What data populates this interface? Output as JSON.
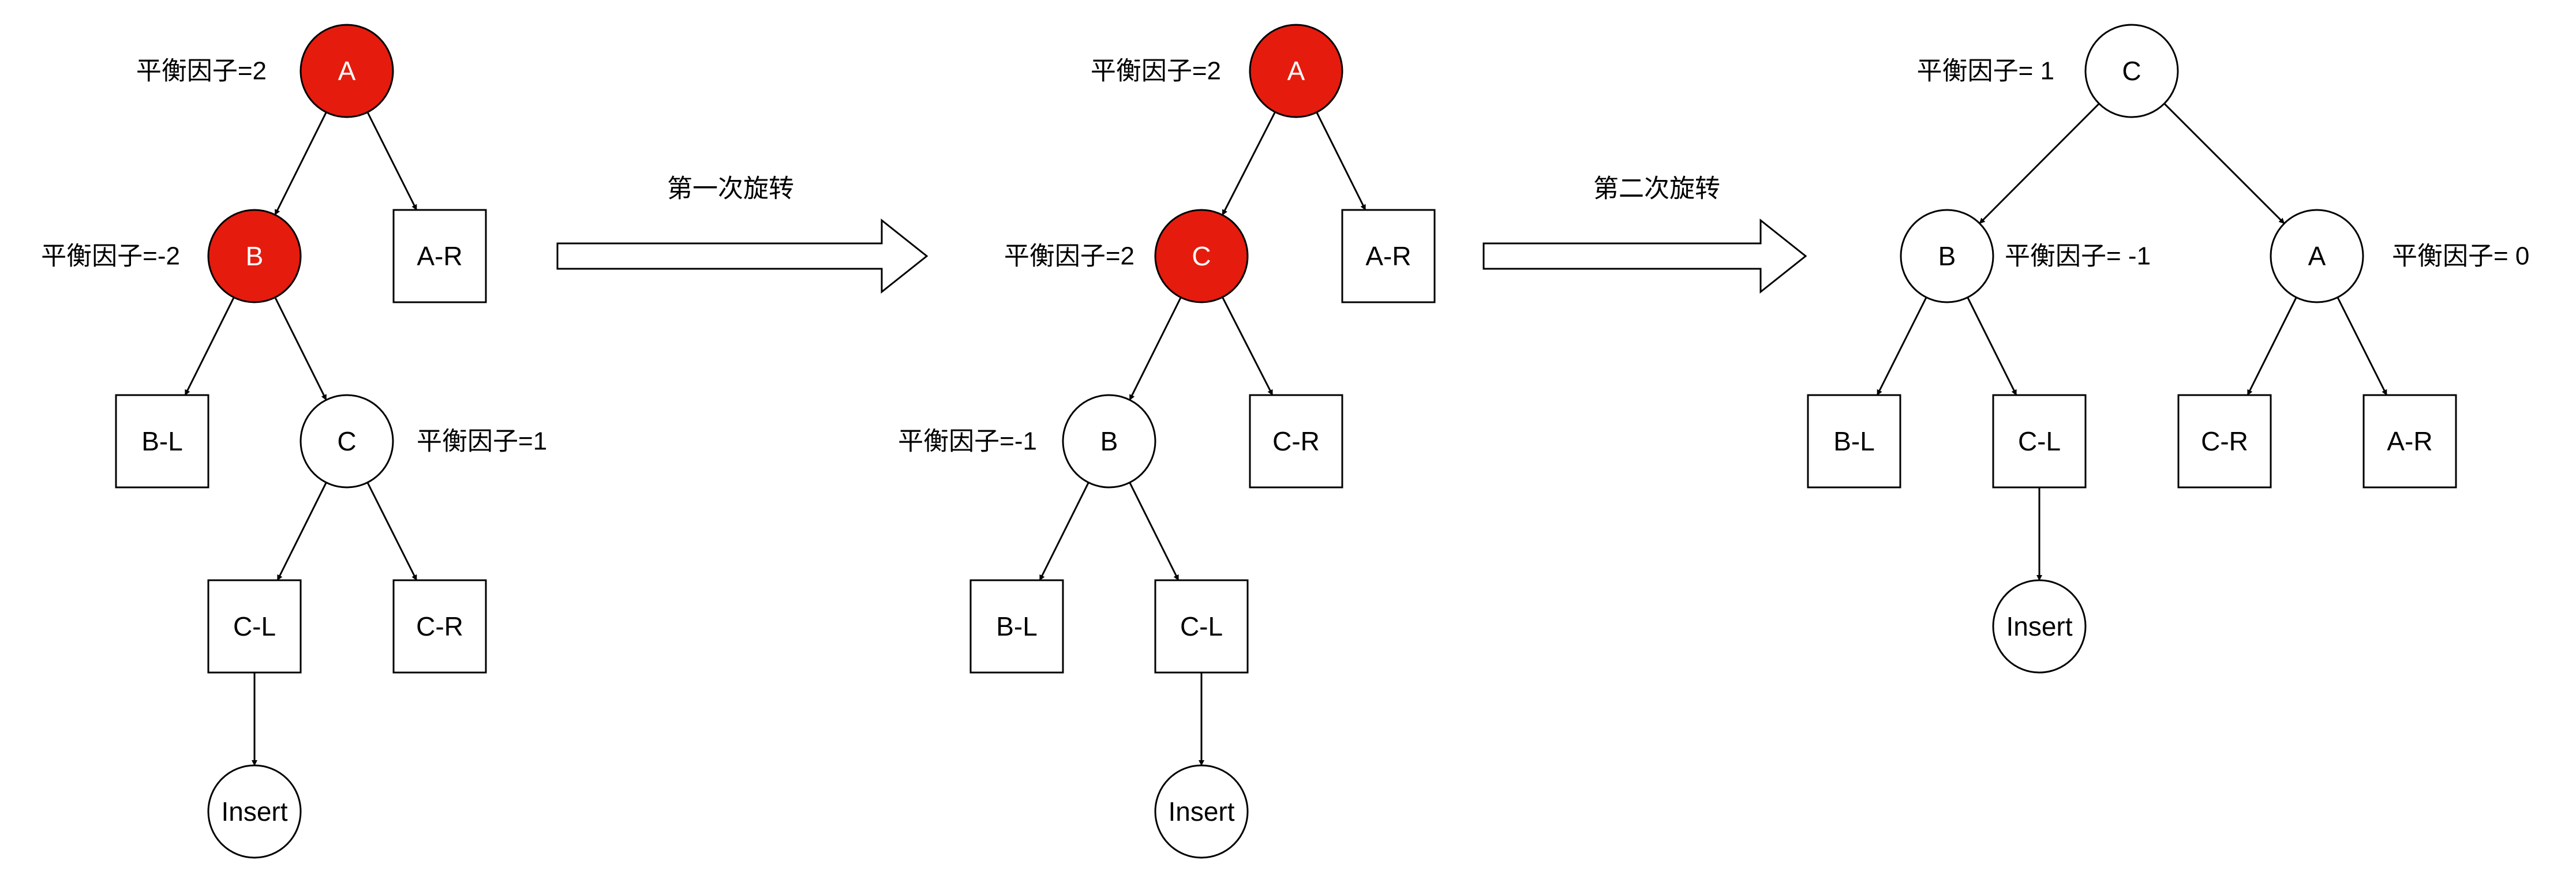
{
  "colors": {
    "highlight": "#e51b0e",
    "normal": "#ffffff",
    "stroke": "#000000"
  },
  "steps": [
    {
      "label": "第一次旋转"
    },
    {
      "label": "第二次旋转"
    }
  ],
  "trees": [
    {
      "nodes": [
        {
          "id": "A",
          "label": "A",
          "shape": "circle",
          "highlight": true,
          "bf": "平衡因子=2"
        },
        {
          "id": "B",
          "label": "B",
          "shape": "circle",
          "highlight": true,
          "bf": "平衡因子=-2"
        },
        {
          "id": "AR",
          "label": "A-R",
          "shape": "square"
        },
        {
          "id": "BL",
          "label": "B-L",
          "shape": "square"
        },
        {
          "id": "C",
          "label": "C",
          "shape": "circle",
          "bf": "平衡因子=1"
        },
        {
          "id": "CL",
          "label": "C-L",
          "shape": "square"
        },
        {
          "id": "CR",
          "label": "C-R",
          "shape": "square"
        },
        {
          "id": "INS",
          "label": "Insert",
          "shape": "circle"
        }
      ],
      "edges": [
        [
          "A",
          "B"
        ],
        [
          "A",
          "AR"
        ],
        [
          "B",
          "BL"
        ],
        [
          "B",
          "C"
        ],
        [
          "C",
          "CL"
        ],
        [
          "C",
          "CR"
        ],
        [
          "CL",
          "INS"
        ]
      ]
    },
    {
      "nodes": [
        {
          "id": "A",
          "label": "A",
          "shape": "circle",
          "highlight": true,
          "bf": "平衡因子=2"
        },
        {
          "id": "C",
          "label": "C",
          "shape": "circle",
          "highlight": true,
          "bf": "平衡因子=2"
        },
        {
          "id": "AR",
          "label": "A-R",
          "shape": "square"
        },
        {
          "id": "B",
          "label": "B",
          "shape": "circle",
          "bf": "平衡因子=-1"
        },
        {
          "id": "CR",
          "label": "C-R",
          "shape": "square"
        },
        {
          "id": "BL",
          "label": "B-L",
          "shape": "square"
        },
        {
          "id": "CL",
          "label": "C-L",
          "shape": "square"
        },
        {
          "id": "INS",
          "label": "Insert",
          "shape": "circle"
        }
      ],
      "edges": [
        [
          "A",
          "C"
        ],
        [
          "A",
          "AR"
        ],
        [
          "C",
          "B"
        ],
        [
          "C",
          "CR"
        ],
        [
          "B",
          "BL"
        ],
        [
          "B",
          "CL"
        ],
        [
          "CL",
          "INS"
        ]
      ]
    },
    {
      "nodes": [
        {
          "id": "C",
          "label": "C",
          "shape": "circle",
          "bf": "平衡因子= 1"
        },
        {
          "id": "B",
          "label": "B",
          "shape": "circle",
          "bf": "平衡因子= -1"
        },
        {
          "id": "A",
          "label": "A",
          "shape": "circle",
          "bf": "平衡因子= 0"
        },
        {
          "id": "BL",
          "label": "B-L",
          "shape": "square"
        },
        {
          "id": "CL",
          "label": "C-L",
          "shape": "square"
        },
        {
          "id": "CR",
          "label": "C-R",
          "shape": "square"
        },
        {
          "id": "AR",
          "label": "A-R",
          "shape": "square"
        },
        {
          "id": "INS",
          "label": "Insert",
          "shape": "circle"
        }
      ],
      "edges": [
        [
          "C",
          "B"
        ],
        [
          "C",
          "A"
        ],
        [
          "B",
          "BL"
        ],
        [
          "B",
          "CL"
        ],
        [
          "A",
          "CR"
        ],
        [
          "A",
          "AR"
        ],
        [
          "CL",
          "INS"
        ]
      ]
    }
  ]
}
